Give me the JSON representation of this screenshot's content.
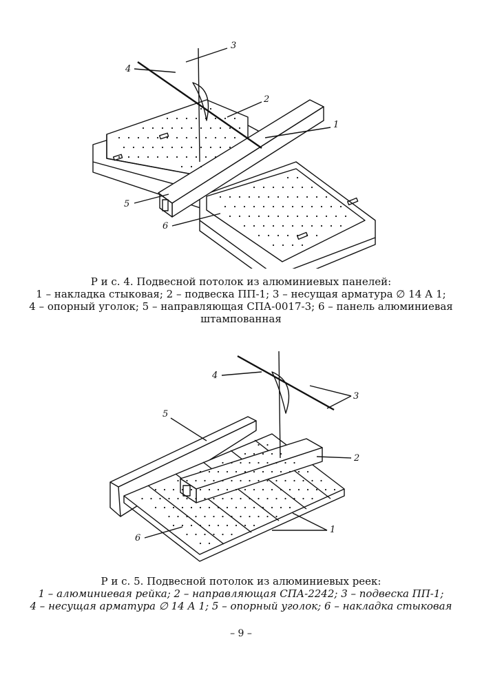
{
  "figure4": {
    "callouts": [
      "1",
      "2",
      "3",
      "4",
      "5",
      "6"
    ],
    "caption_title": "Р и с. 4. Подвесной потолок из алюминиевых панелей:",
    "caption_lines": [
      "1 – накладка стыковая; 2 – подвеска ПП-1; 3 – несущая арматура ∅ 14 А 1;",
      "4 – опорный уголок; 5 – направляющая СПА-0017-3; 6 – панель алюминиевая",
      "штампованная"
    ]
  },
  "figure5": {
    "callouts": [
      "1",
      "2",
      "3",
      "4",
      "5",
      "6"
    ],
    "caption_title": "Р и с. 5. Подвесной потолок из алюминиевых реек:",
    "caption_lines": [
      "1 – алюминиевая рейка; 2 – направляющая СПА-2242; 3 – подвеска ПП-1;",
      "4 – несущая арматура ∅ 14 А 1; 5 – опорный уголок; 6 – накладка стыковая"
    ]
  },
  "page_number": "– 9 –"
}
